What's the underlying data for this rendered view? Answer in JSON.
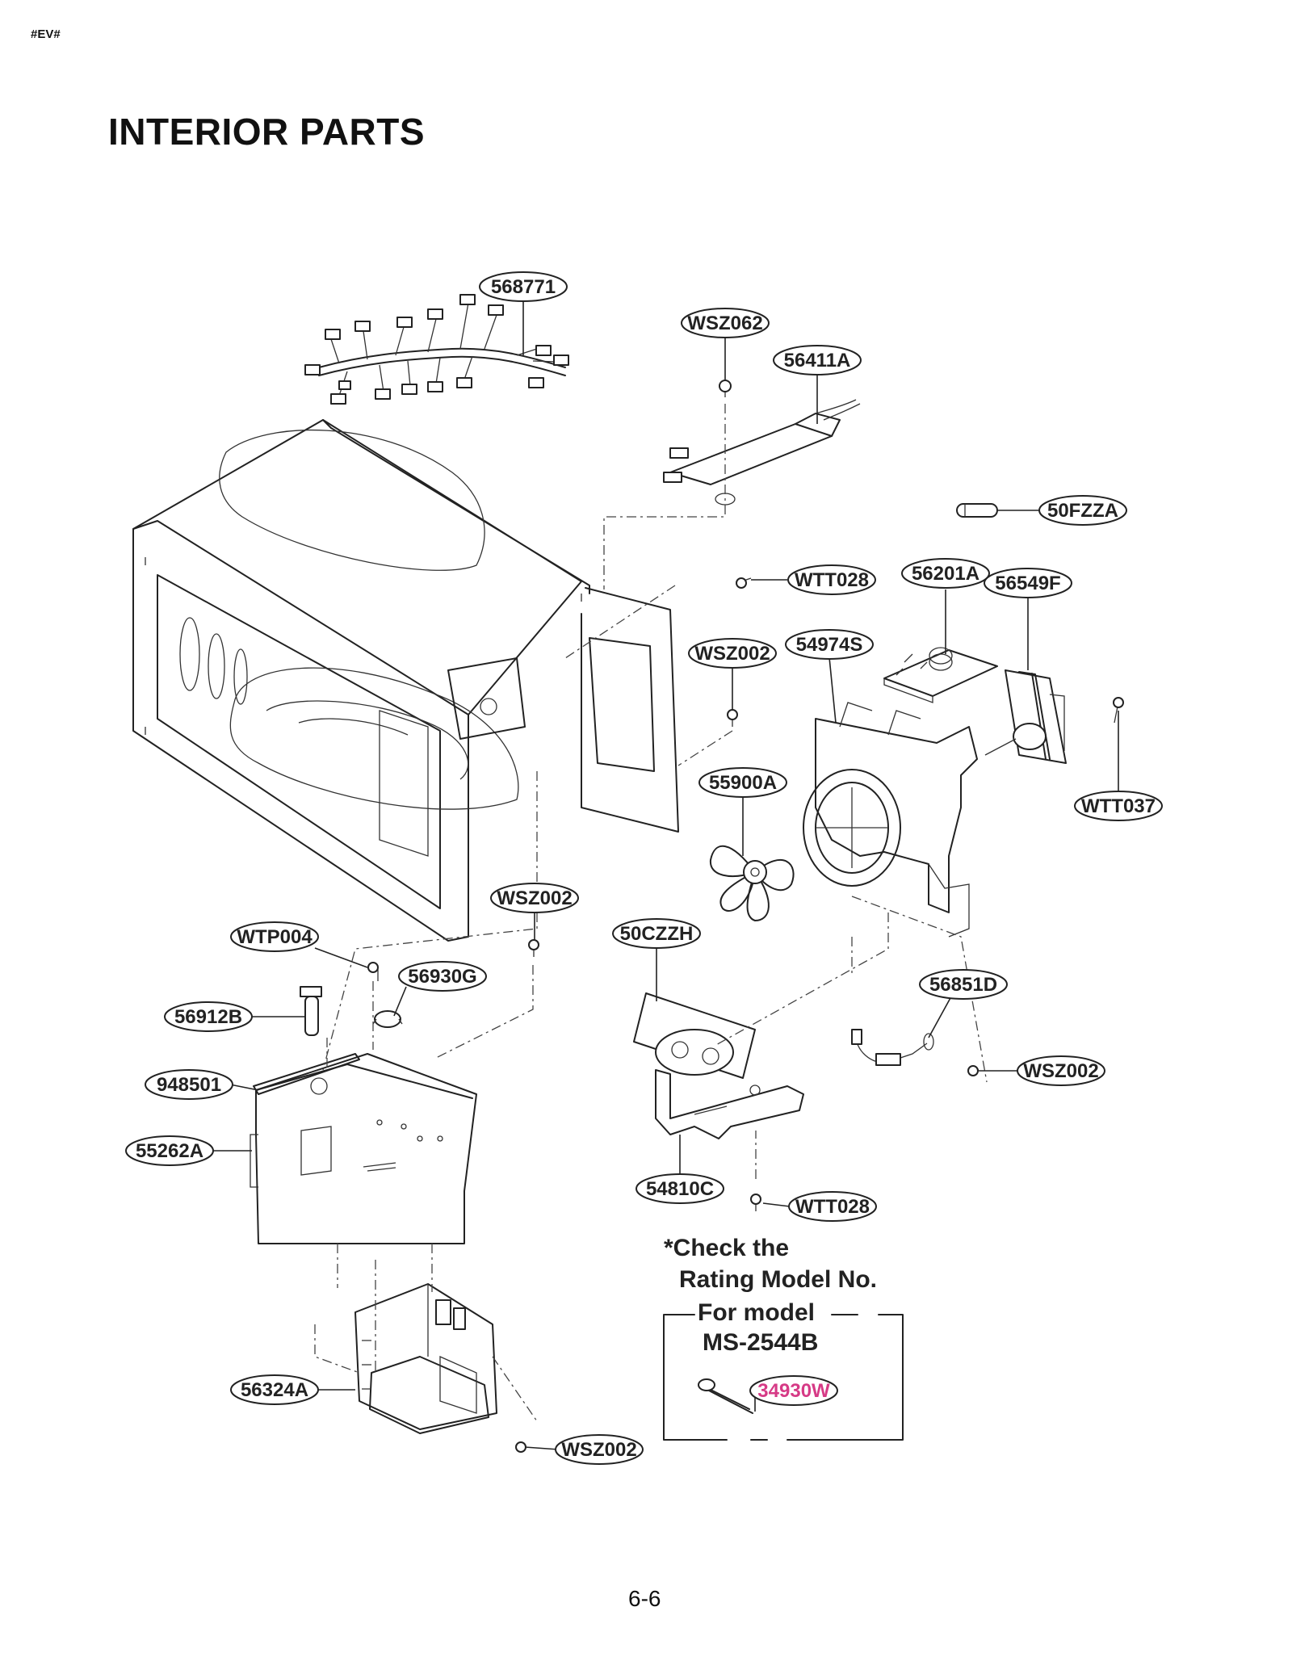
{
  "header": {
    "code": "#EV#",
    "title": "INTERIOR PARTS"
  },
  "footer": {
    "page_number": "6-6"
  },
  "note": {
    "line1": "*Check the",
    "line2": "Rating Model No.",
    "box_line1": "For model",
    "box_line2": "MS-2544B"
  },
  "callouts": [
    {
      "id": "c-568771",
      "label": "568771"
    },
    {
      "id": "c-wsz062",
      "label": "WSZ062"
    },
    {
      "id": "c-56411a",
      "label": "56411A"
    },
    {
      "id": "c-50fzza",
      "label": "50FZZA"
    },
    {
      "id": "c-wtt028-top",
      "label": "WTT028"
    },
    {
      "id": "c-56201a",
      "label": "56201A"
    },
    {
      "id": "c-56549f",
      "label": "56549F"
    },
    {
      "id": "c-wsz002-mid",
      "label": "WSZ002"
    },
    {
      "id": "c-54974s",
      "label": "54974S"
    },
    {
      "id": "c-55900a",
      "label": "55900A"
    },
    {
      "id": "c-wtt037",
      "label": "WTT037"
    },
    {
      "id": "c-wsz002-left",
      "label": "WSZ002"
    },
    {
      "id": "c-50czzh",
      "label": "50CZZH"
    },
    {
      "id": "c-wtp004",
      "label": "WTP004"
    },
    {
      "id": "c-56930g",
      "label": "56930G"
    },
    {
      "id": "c-56851d",
      "label": "56851D"
    },
    {
      "id": "c-56912b",
      "label": "56912B"
    },
    {
      "id": "c-wsz002-right",
      "label": "WSZ002"
    },
    {
      "id": "c-948501",
      "label": "948501"
    },
    {
      "id": "c-55262a",
      "label": "55262A"
    },
    {
      "id": "c-54810c",
      "label": "54810C"
    },
    {
      "id": "c-wtt028-bottom",
      "label": "WTT028"
    },
    {
      "id": "c-56324a",
      "label": "56324A"
    },
    {
      "id": "c-wsz002-bottom",
      "label": "WSZ002"
    },
    {
      "id": "c-34930w",
      "label": "34930W",
      "color": "#d63a86"
    }
  ],
  "colors": {
    "ink": "#222222",
    "highlight": "#d63a86",
    "background": "#ffffff"
  }
}
